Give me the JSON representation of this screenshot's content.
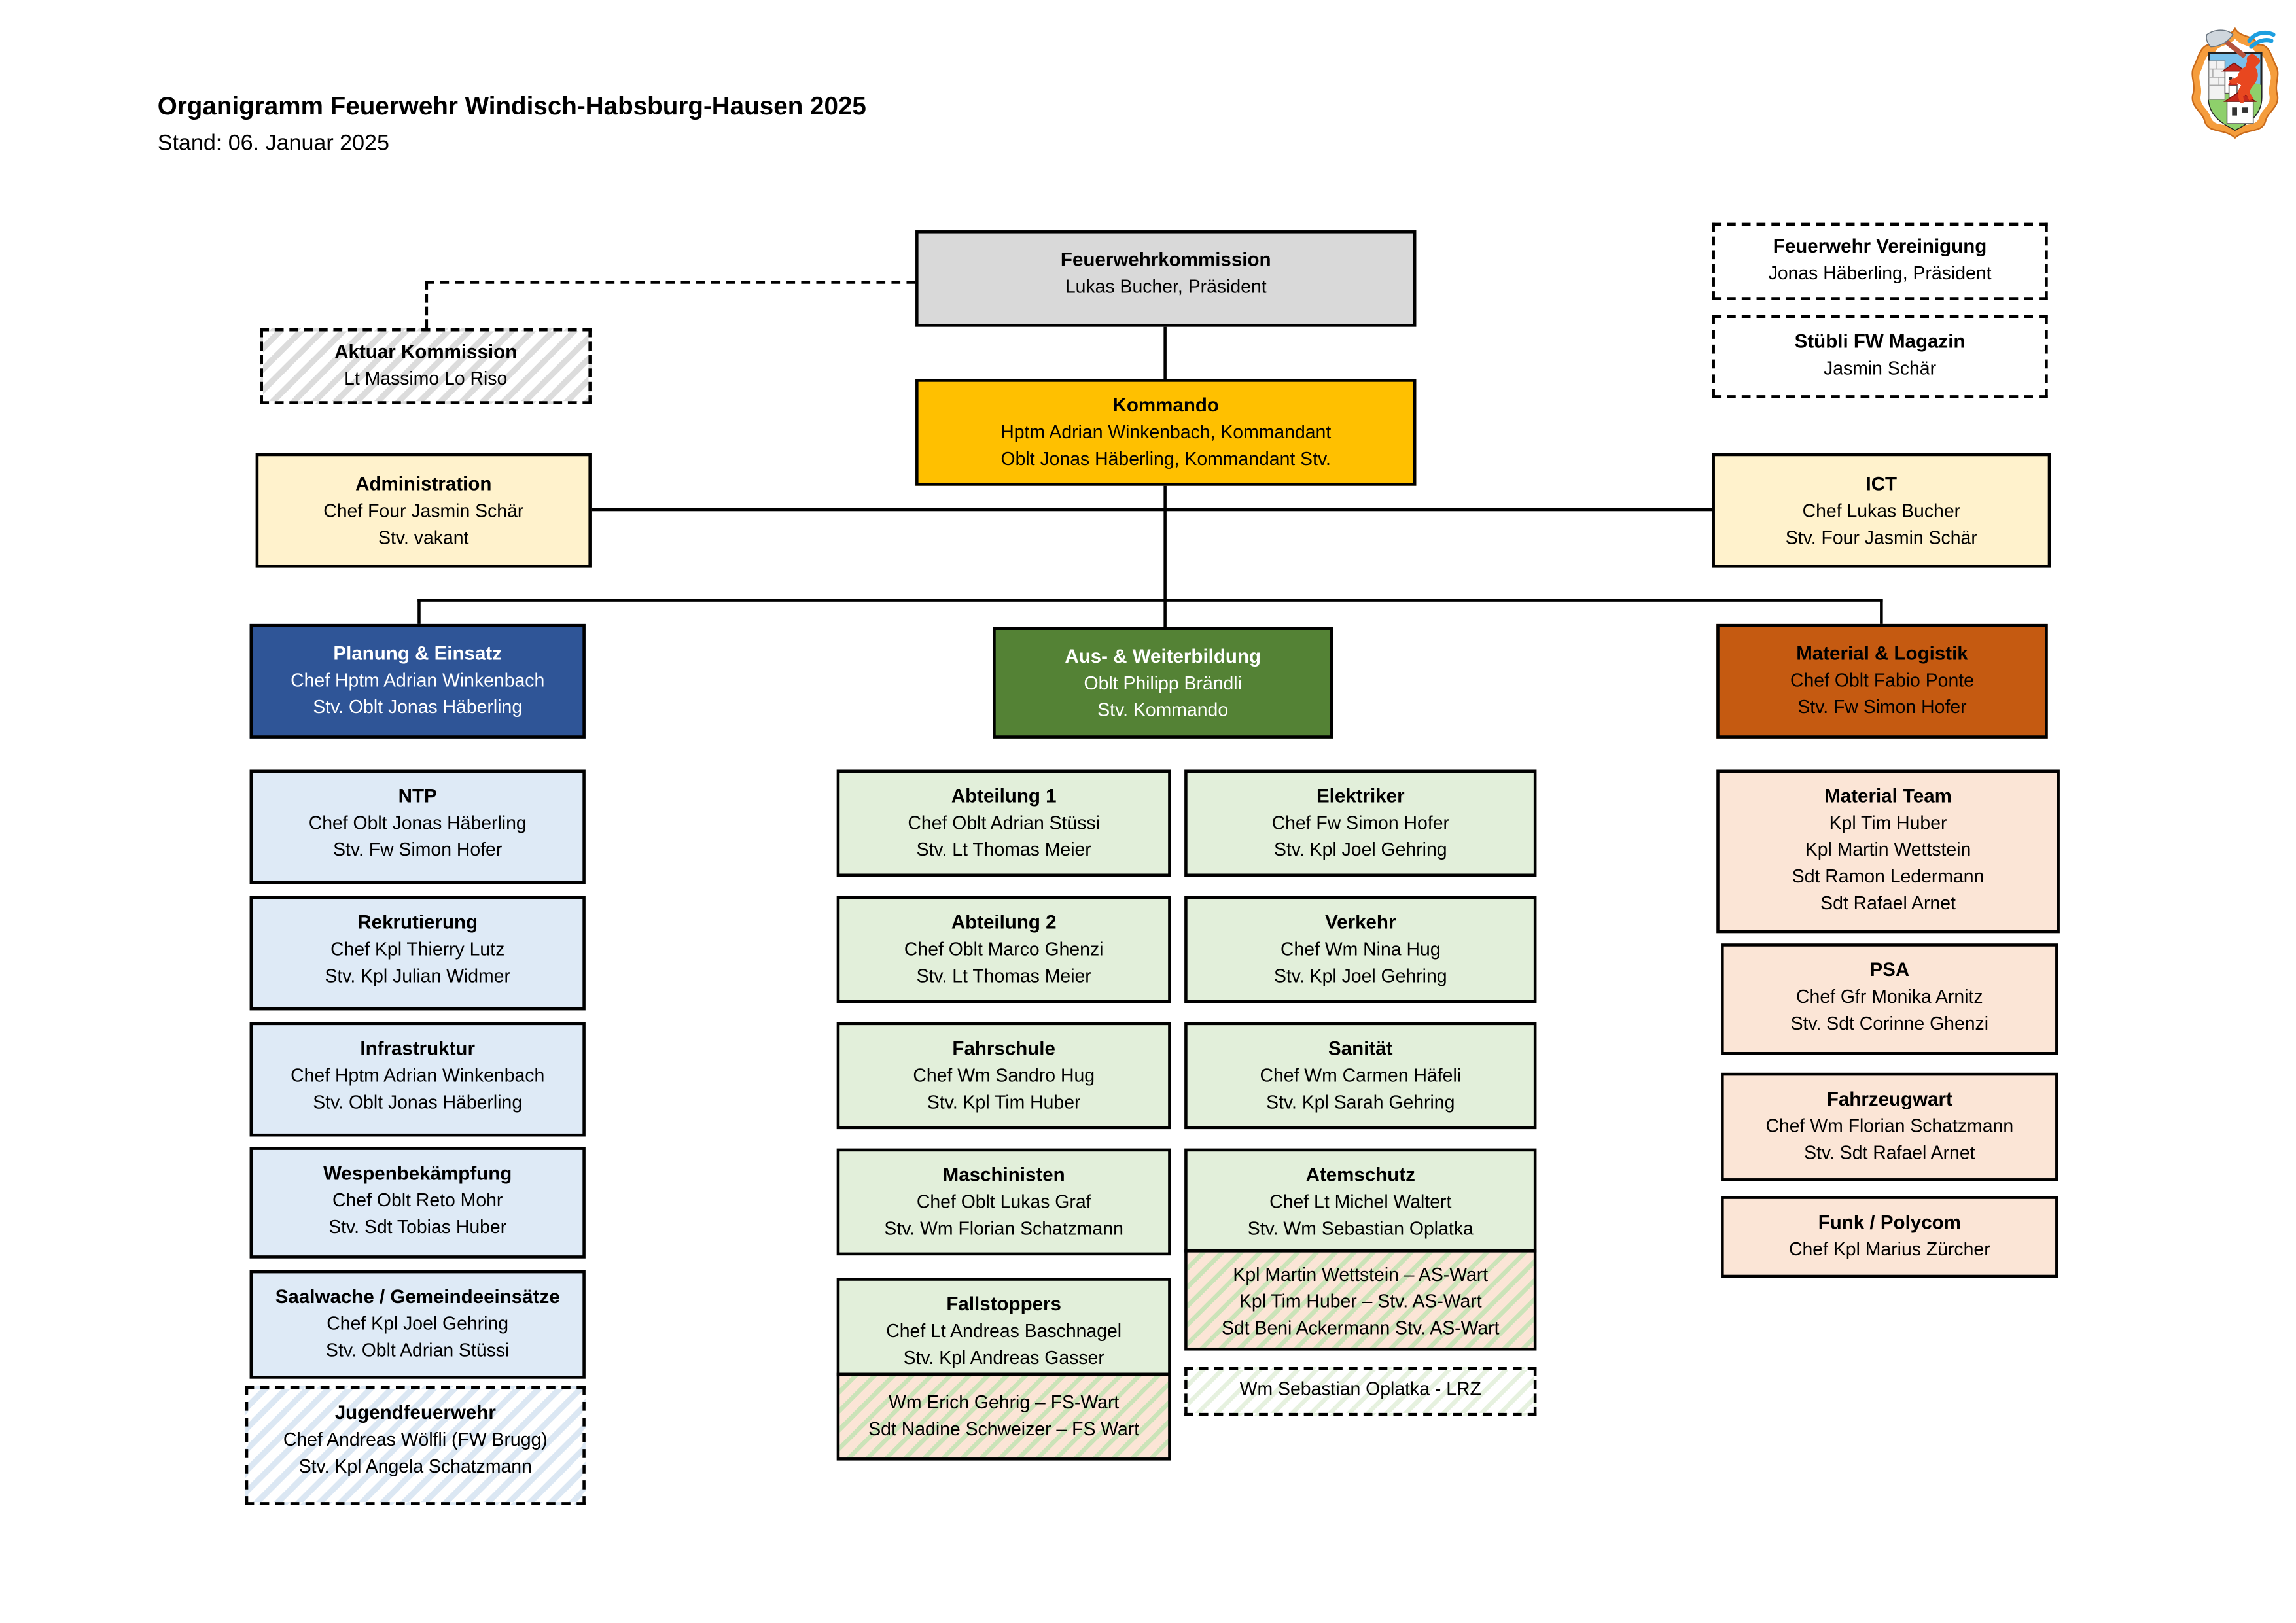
{
  "page": {
    "title": "Organigramm Feuerwehr Windisch-Habsburg-Hausen 2025",
    "subtitle": "Stand: 06. Januar 2025"
  },
  "colors": {
    "commission_gray": "#d9d9d9",
    "kommando_amber": "#ffc000",
    "staff_cream": "#fff2cc",
    "planung_blue": "#2f5597",
    "ausbildung_green": "#548235",
    "material_orange": "#c55a11",
    "sub_lightblue": "#deeaf6",
    "sub_lightgreen": "#e2efda",
    "sub_peach": "#fbe5d6"
  },
  "logo": {
    "name": "Feuerwehr Windisch-Habsburg-Hausen crest"
  },
  "boxes": {
    "kommission": {
      "title": "Feuerwehrkommission",
      "lines": [
        "Lukas Bucher, Präsident"
      ]
    },
    "vereinigung": {
      "title": "Feuerwehr Vereinigung",
      "lines": [
        "Jonas Häberling, Präsident"
      ]
    },
    "stuebli": {
      "title": "Stübli FW Magazin",
      "lines": [
        "Jasmin Schär"
      ]
    },
    "aktuar": {
      "title": "Aktuar Kommission",
      "lines": [
        "Lt Massimo Lo Riso"
      ]
    },
    "kommando": {
      "title": "Kommando",
      "lines": [
        "Hptm Adrian Winkenbach, Kommandant",
        "Oblt Jonas Häberling, Kommandant Stv."
      ]
    },
    "administration": {
      "title": "Administration",
      "lines": [
        "Chef Four Jasmin Schär",
        "Stv. vakant"
      ]
    },
    "ict": {
      "title": "ICT",
      "lines": [
        "Chef Lukas Bucher",
        "Stv. Four Jasmin Schär"
      ]
    },
    "planung": {
      "title": "Planung & Einsatz",
      "lines": [
        "Chef Hptm Adrian Winkenbach",
        "Stv. Oblt Jonas Häberling"
      ]
    },
    "ausbildung": {
      "title": "Aus- & Weiterbildung",
      "lines": [
        "Oblt Philipp Brändli",
        "Stv. Kommando"
      ]
    },
    "material": {
      "title": "Material & Logistik",
      "lines": [
        "Chef Oblt Fabio Ponte",
        "Stv. Fw Simon Hofer"
      ]
    },
    "ntp": {
      "title": "NTP",
      "lines": [
        "Chef Oblt Jonas Häberling",
        "Stv. Fw Simon Hofer"
      ]
    },
    "rekrutierung": {
      "title": "Rekrutierung",
      "lines": [
        "Chef Kpl Thierry Lutz",
        "Stv. Kpl Julian Widmer"
      ]
    },
    "infrastruktur": {
      "title": "Infrastruktur",
      "lines": [
        "Chef Hptm Adrian Winkenbach",
        "Stv. Oblt Jonas Häberling"
      ]
    },
    "wespen": {
      "title": "Wespenbekämpfung",
      "lines": [
        "Chef Oblt Reto Mohr",
        "Stv. Sdt Tobias Huber"
      ]
    },
    "saalwache": {
      "title": "Saalwache / Gemeindeeinsätze",
      "lines": [
        "Chef Kpl Joel Gehring",
        "Stv. Oblt Adrian Stüssi"
      ]
    },
    "jugend": {
      "title": "Jugendfeuerwehr",
      "lines": [
        "Chef Andreas Wölfli (FW Brugg)",
        "Stv. Kpl Angela Schatzmann"
      ]
    },
    "abteilung1": {
      "title": "Abteilung 1",
      "lines": [
        "Chef Oblt Adrian Stüssi",
        "Stv. Lt Thomas Meier"
      ]
    },
    "abteilung2": {
      "title": "Abteilung 2",
      "lines": [
        "Chef Oblt Marco Ghenzi",
        "Stv. Lt Thomas Meier"
      ]
    },
    "fahrschule": {
      "title": "Fahrschule",
      "lines": [
        "Chef Wm Sandro Hug",
        "Stv. Kpl Tim Huber"
      ]
    },
    "maschinisten": {
      "title": "Maschinisten",
      "lines": [
        "Chef Oblt Lukas Graf",
        "Stv. Wm Florian Schatzmann"
      ]
    },
    "fallstoppers": {
      "title": "Fallstoppers",
      "lines": [
        "Chef Lt Andreas Baschnagel",
        "Stv. Kpl Andreas Gasser"
      ]
    },
    "fswart": {
      "lines": [
        "Wm Erich Gehrig – FS-Wart",
        "Sdt Nadine Schweizer – FS Wart"
      ]
    },
    "elektriker": {
      "title": "Elektriker",
      "lines": [
        "Chef Fw Simon Hofer",
        "Stv. Kpl Joel Gehring"
      ]
    },
    "verkehr": {
      "title": "Verkehr",
      "lines": [
        "Chef Wm Nina Hug",
        "Stv. Kpl Joel Gehring"
      ]
    },
    "sanitaet": {
      "title": "Sanität",
      "lines": [
        "Chef Wm Carmen Häfeli",
        "Stv. Kpl Sarah Gehring"
      ]
    },
    "atemschutz": {
      "title": "Atemschutz",
      "lines": [
        "Chef Lt Michel Waltert",
        "Stv. Wm Sebastian Oplatka"
      ]
    },
    "aswart": {
      "lines": [
        "Kpl Martin Wettstein – AS-Wart",
        "Kpl Tim Huber – Stv. AS-Wart",
        "Sdt Beni Ackermann Stv. AS-Wart"
      ]
    },
    "lrz": {
      "lines": [
        "Wm Sebastian Oplatka - LRZ"
      ]
    },
    "materialteam": {
      "title": "Material Team",
      "lines": [
        "Kpl Tim Huber",
        "Kpl Martin Wettstein",
        "Sdt Ramon Ledermann",
        "Sdt Rafael Arnet"
      ]
    },
    "psa": {
      "title": "PSA",
      "lines": [
        "Chef Gfr Monika Arnitz",
        "Stv. Sdt Corinne Ghenzi"
      ]
    },
    "fahrzeugwart": {
      "title": "Fahrzeugwart",
      "lines": [
        "Chef Wm Florian Schatzmann",
        "Stv. Sdt Rafael Arnet"
      ]
    },
    "funk": {
      "title": "Funk / Polycom",
      "lines": [
        "Chef Kpl Marius Zürcher"
      ]
    }
  }
}
